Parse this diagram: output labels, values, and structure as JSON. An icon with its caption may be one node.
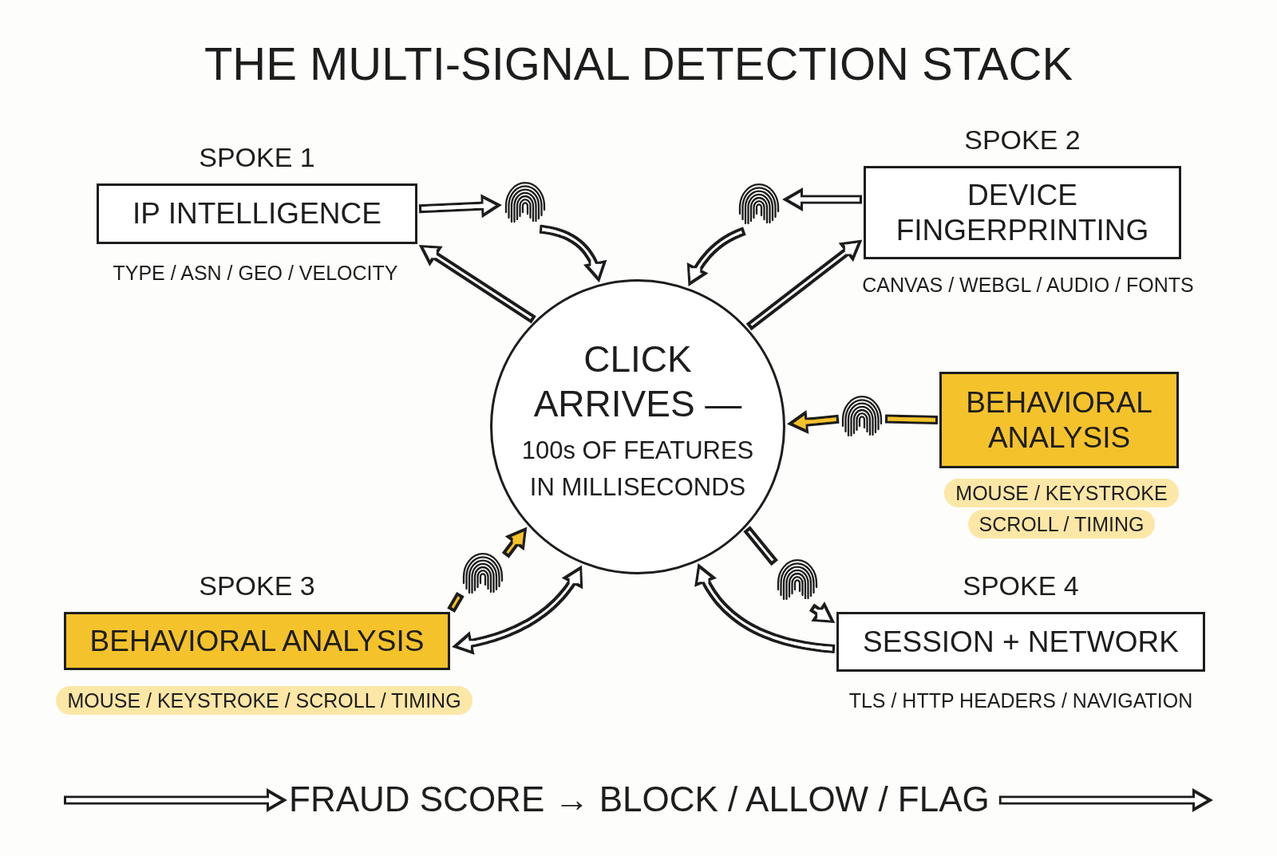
{
  "diagram": {
    "title": "THE MULTI-SIGNAL DETECTION STACK",
    "nodes": [
      {
        "text": [
          "SPOKE 1",
          "IP INTELLIGENCE"
        ],
        "beside": [
          "TYPE / ASN / GEO / VELOCITY"
        ]
      },
      {
        "text": [],
        "shape": "picture"
      },
      {
        "text": [],
        "shape": "picture"
      },
      {
        "text": [
          "SPOKE 2",
          "DEVICE FINGERPRINTING"
        ],
        "beside": [
          "CANVAS / WEBGL / AUDIO / FONTS"
        ]
      },
      {
        "text": [
          "CLICK ARRIVES —",
          "100s OF FEATURES IN MILLISECONDS"
        ]
      },
      {
        "text": [],
        "shape": "picture"
      },
      {
        "text": [
          "BEHAVIORAL ANALYSIS"
        ],
        "beside": [
          "MOUSE / KEYSTROKE",
          "SCROLL / TIMING"
        ]
      },
      {
        "text": [],
        "shape": "picture"
      },
      {
        "text": [],
        "shape": "picture"
      },
      {
        "text": [
          "SPOKE 3",
          "BEHAVIORAL ANALYSIS"
        ],
        "beside": [
          "MOUSE / KEYSTROKE / SCROLL / TIMING"
        ]
      },
      {
        "text": [
          "SPOKE 4",
          "SESSION + NETWORK"
        ],
        "beside": [
          "TLS / HTTP HEADERS / NAVIGATION"
        ]
      },
      {
        "text": [
          "FRAUD SCORE → BLOCK / ALLOW / FLAG"
        ]
      }
    ],
    "edges": [
      {
        "from": 0,
        "to": 1,
        "arrow": "to"
      },
      {
        "from": 1,
        "to": 4,
        "arrow": "to"
      },
      {
        "from": 4,
        "to": 0,
        "arrow": "to"
      },
      {
        "from": 3,
        "to": 2,
        "arrow": "to"
      },
      {
        "from": 2,
        "to": 4,
        "arrow": "to"
      },
      {
        "from": 4,
        "to": 3,
        "arrow": "to"
      },
      {
        "from": 6,
        "to": 5,
        "arrow": "none",
        "color": "#f4c22b"
      },
      {
        "from": 5,
        "to": 4,
        "arrow": "to",
        "color": "#f4c22b"
      },
      {
        "from": 9,
        "to": 7,
        "arrow": "none",
        "color": "#f4c22b"
      },
      {
        "from": 7,
        "to": 4,
        "arrow": "to",
        "color": "#f4c22b"
      },
      {
        "from": 4,
        "to": 9,
        "arrow": "both"
      },
      {
        "from": 4,
        "to": 8,
        "arrow": "none"
      },
      {
        "from": 8,
        "to": 10,
        "arrow": "to"
      },
      {
        "from": 10,
        "to": 4,
        "arrow": "to"
      },
      {
        "from": null,
        "to": 11,
        "arrow": "to"
      },
      {
        "from": 11,
        "to": null,
        "arrow": "to"
      }
    ]
  }
}
